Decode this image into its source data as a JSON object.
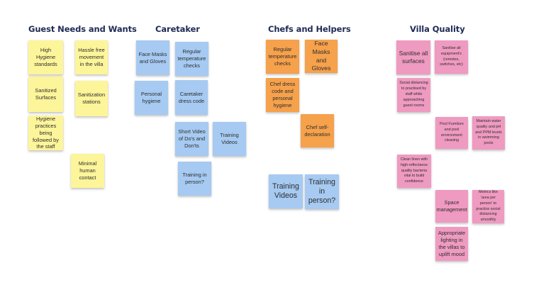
{
  "columns": [
    {
      "title": "Guest Needs and Wants"
    },
    {
      "title": "Caretaker"
    },
    {
      "title": "Chefs and Helpers"
    },
    {
      "title": "Villa Quality"
    }
  ],
  "notes": {
    "guest": [
      "High Hygiene standards",
      "Hassle free movement in the villa",
      "Sanitized Surfaces",
      "Sanitization stations",
      "Hygiene practices being followed by the staff",
      "Minimal human contact"
    ],
    "caretaker": [
      "Face Masks and Gloves",
      "Regular temperature checks",
      "Personal hygiene",
      "Caretaker dress code",
      "Short Video of Do's and Don'ts",
      "Training Videos",
      "Training in person?"
    ],
    "chefs": [
      "Regular temperature checks",
      "Face Masks and Gloves",
      "Chef dress code and personal hygiene",
      "Chef self-declaration",
      "Training Videos",
      "Training in person?"
    ],
    "villa": [
      "Sanitise all surfaces",
      "Sanitise all equipment's (remotes, switches, etc)",
      "Social distancing to practised by staff while approaching guest rooms",
      "Pool Furniture and pool environment cleaning",
      "Maintain water quality and pH and PPM levels in swimming pools",
      "Clean linen with high-reflectance quality bacteria vital to build confidence",
      "Space management",
      "Metrics like 'area per person' to practice social distancing smoothly",
      "Appropriate lighting in the villas to uplift mood"
    ]
  },
  "colors": {
    "title": "#1f2a55",
    "yellow": "#fdf59a",
    "blue": "#a6caf2",
    "orange": "#f6a14b",
    "pink": "#ef9ac1"
  }
}
